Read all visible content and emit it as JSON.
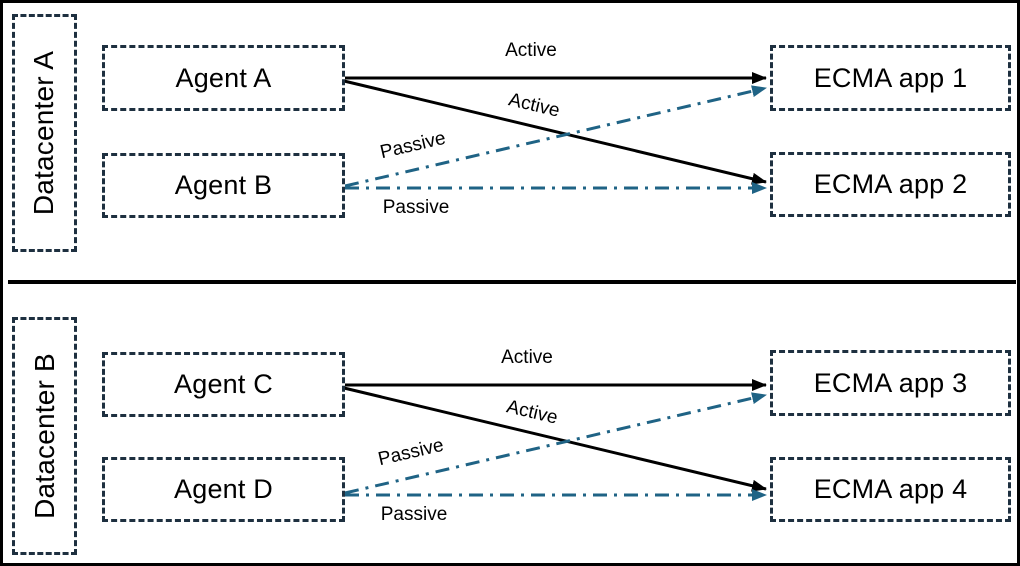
{
  "colors": {
    "active": "#000000",
    "passive": "#1f6385",
    "box_border": "#1e3040",
    "divider": "#000000"
  },
  "sections": [
    {
      "label": "Datacenter A",
      "agents": [
        "Agent A",
        "Agent B"
      ],
      "apps": [
        "ECMA app 1",
        "ECMA app 2"
      ],
      "links": [
        {
          "from": "Agent A",
          "to": "ECMA app 1",
          "mode": "Active",
          "style": "solid"
        },
        {
          "from": "Agent A",
          "to": "ECMA app 2",
          "mode": "Active",
          "style": "solid"
        },
        {
          "from": "Agent B",
          "to": "ECMA app 1",
          "mode": "Passive",
          "style": "dash-dot"
        },
        {
          "from": "Agent B",
          "to": "ECMA app 2",
          "mode": "Passive",
          "style": "dash-dot"
        }
      ]
    },
    {
      "label": "Datacenter B",
      "agents": [
        "Agent C",
        "Agent D"
      ],
      "apps": [
        "ECMA app 3",
        "ECMA app 4"
      ],
      "links": [
        {
          "from": "Agent C",
          "to": "ECMA app 3",
          "mode": "Active",
          "style": "solid"
        },
        {
          "from": "Agent C",
          "to": "ECMA app 4",
          "mode": "Active",
          "style": "solid"
        },
        {
          "from": "Agent D",
          "to": "ECMA app 3",
          "mode": "Passive",
          "style": "dash-dot"
        },
        {
          "from": "Agent D",
          "to": "ECMA app 4",
          "mode": "Passive",
          "style": "dash-dot"
        }
      ]
    }
  ]
}
